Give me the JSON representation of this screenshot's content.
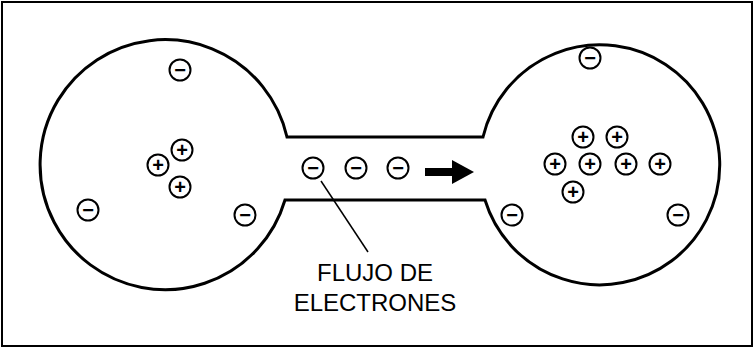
{
  "diagram": {
    "nodes": [
      {
        "text": [
          "−"
        ]
      },
      {
        "text": [
          "−"
        ]
      },
      {
        "text": [
          "−"
        ]
      },
      {
        "text": [
          "+"
        ]
      },
      {
        "text": [
          "+"
        ]
      },
      {
        "text": [
          "+"
        ]
      },
      {
        "text": [
          "−"
        ]
      },
      {
        "text": [
          "−"
        ]
      },
      {
        "text": [
          "−"
        ]
      },
      {
        "text": [
          "−"
        ]
      },
      {
        "text": [
          "−"
        ]
      },
      {
        "text": [
          "−"
        ]
      },
      {
        "text": [
          "+"
        ]
      },
      {
        "text": [
          "+"
        ]
      },
      {
        "text": [
          "+"
        ]
      },
      {
        "text": [
          "+"
        ]
      },
      {
        "text": [
          "+"
        ]
      },
      {
        "text": [
          "+"
        ]
      },
      {
        "text": [
          "+"
        ]
      }
    ],
    "labels": [
      "FLUJO DE ELECTRONES"
    ]
  }
}
